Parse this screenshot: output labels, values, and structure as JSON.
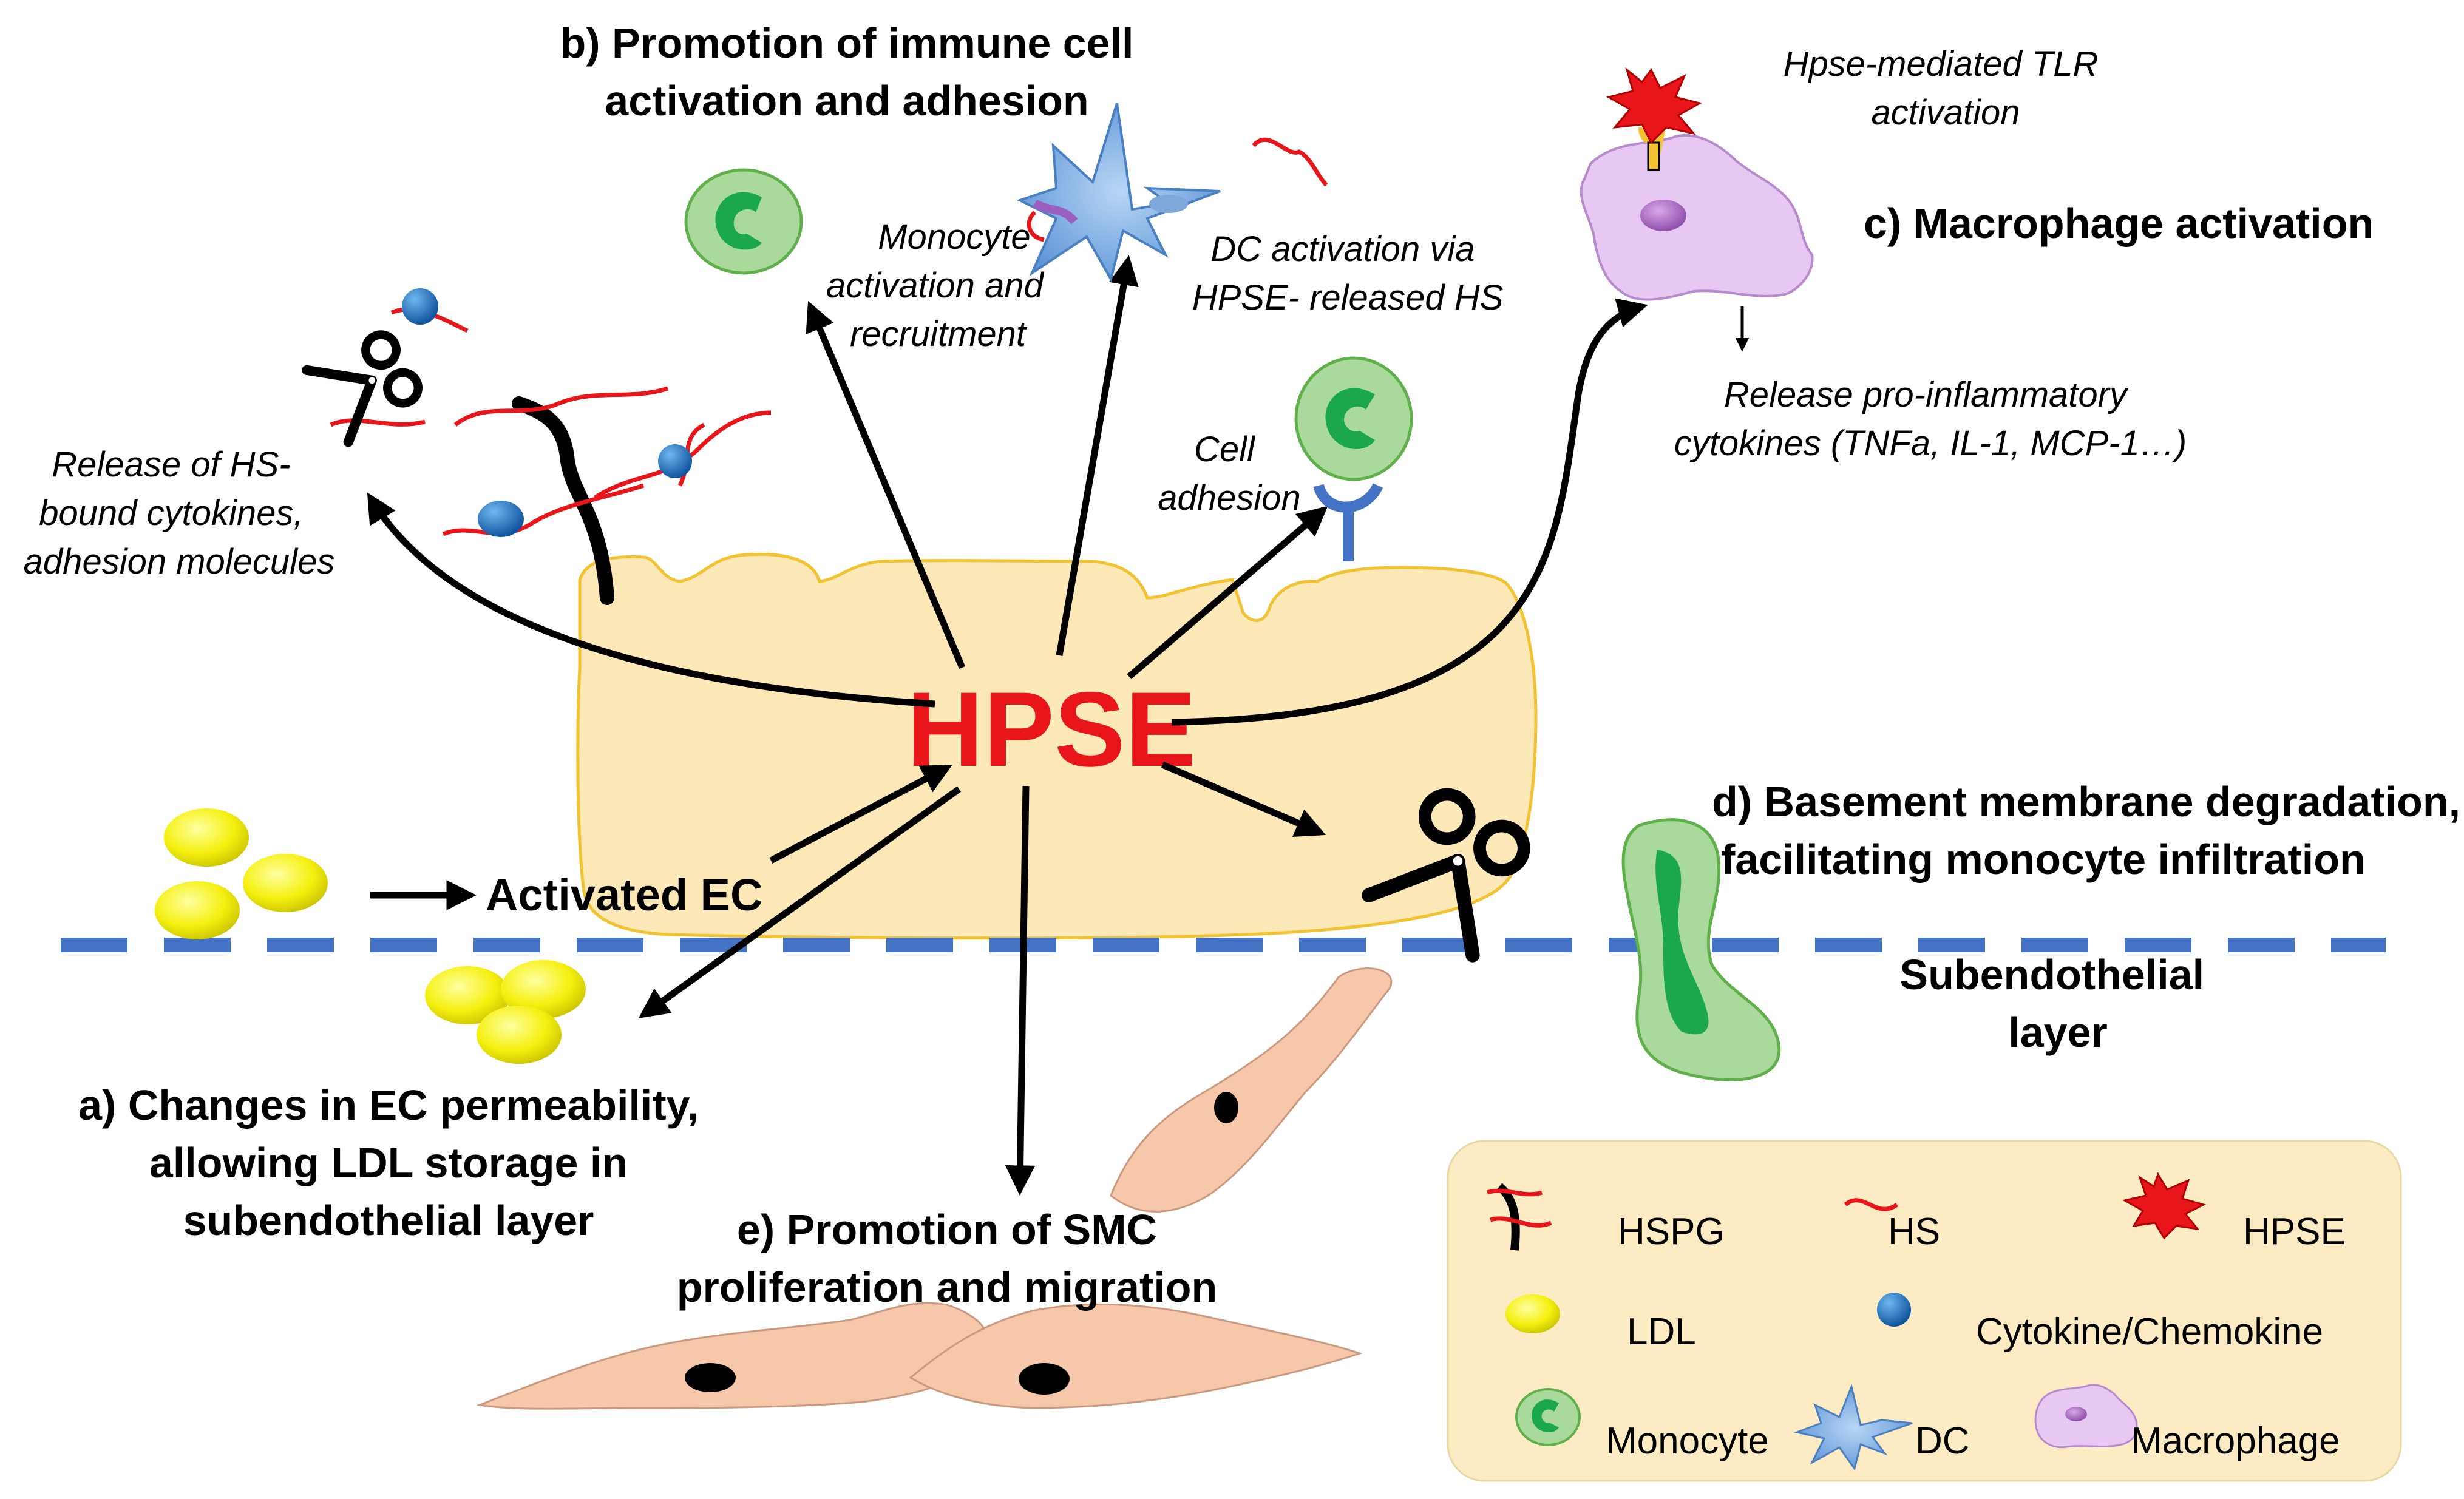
{
  "center": {
    "label": "HPSE"
  },
  "sections": {
    "a": {
      "lines": [
        "a) Changes in EC permeability,",
        "allowing LDL storage in",
        "subendothelial layer"
      ]
    },
    "b": {
      "lines": [
        "b) Promotion of immune cell",
        "activation and adhesion"
      ]
    },
    "c": {
      "lines": [
        "c) Macrophage activation"
      ]
    },
    "d": {
      "lines": [
        "d) Basement membrane degradation,",
        "facilitating monocyte infiltration"
      ]
    },
    "e": {
      "lines": [
        "e) Promotion of  SMC",
        "proliferation and migration"
      ]
    }
  },
  "annotations": {
    "release_hs": [
      "Release of HS-",
      "bound cytokines,",
      "adhesion molecules"
    ],
    "monocyte_activation": [
      "Monocyte",
      "activation and",
      "recruitment"
    ],
    "dc_activation": [
      "DC activation via",
      "HPSE- released HS"
    ],
    "tlr": [
      "Hpse-mediated TLR",
      "activation"
    ],
    "cell_adhesion": [
      "Cell",
      "adhesion"
    ],
    "cytokines": [
      "Release pro-inflammatory",
      "cytokines (TNFa, IL-1, MCP-1…)"
    ]
  },
  "labels": {
    "activated_ec": "Activated EC",
    "subendothelial": [
      "Subendothelial",
      "layer"
    ]
  },
  "legend": {
    "items": [
      {
        "icon": "hspg-icon",
        "label": "HSPG"
      },
      {
        "icon": "hs-icon",
        "label": "HS"
      },
      {
        "icon": "hpse-icon",
        "label": "HPSE"
      },
      {
        "icon": "ldl-icon",
        "label": "LDL"
      },
      {
        "icon": "cytokine-icon",
        "label": "Cytokine/Chemokine"
      },
      {
        "icon": "monocyte-icon",
        "label": "Monocyte"
      },
      {
        "icon": "dc-icon",
        "label": "DC"
      },
      {
        "icon": "macrophage-icon",
        "label": "Macrophage"
      }
    ]
  },
  "colors": {
    "endothelial_cell": "#FDE8B8",
    "cell_border": "#F2C230",
    "hpse_text": "#E8161A",
    "hs_strand": "#E8161A",
    "membrane": "#4472C4",
    "ldl": "#F5F00F",
    "monocyte": "#A9D99B",
    "dc": "#6FA8E0",
    "macrophage": "#E6C8F2",
    "smc": "#F7C7A9",
    "legend_bg": "#FDEBC4"
  }
}
